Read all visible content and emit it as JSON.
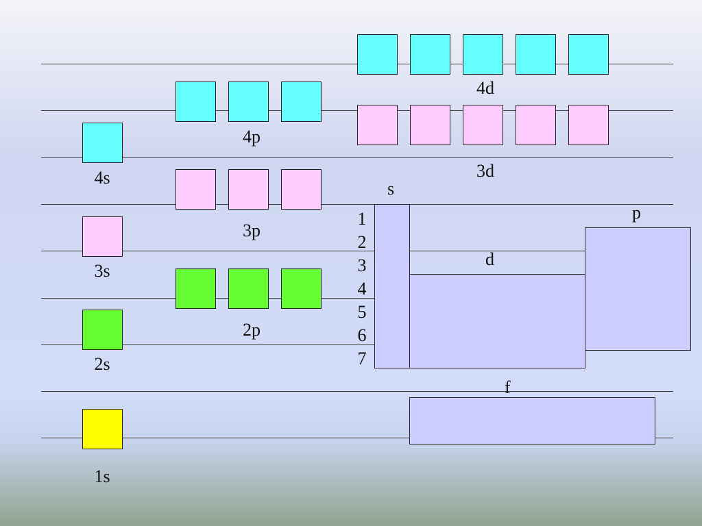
{
  "colors": {
    "n1": "#ffff00",
    "n2": "#66ff33",
    "n3": "#ffccff",
    "n4": "#66ffff",
    "block": "#ccccff",
    "line": "#3b3b3b"
  },
  "energy_diagram": {
    "sublevels": [
      {
        "label": "1s",
        "count": 1,
        "color": "n1"
      },
      {
        "label": "2s",
        "count": 1,
        "color": "n2"
      },
      {
        "label": "2p",
        "count": 3,
        "color": "n2"
      },
      {
        "label": "3s",
        "count": 1,
        "color": "n3"
      },
      {
        "label": "3p",
        "count": 3,
        "color": "n3"
      },
      {
        "label": "4s",
        "count": 1,
        "color": "n4"
      },
      {
        "label": "3d",
        "count": 5,
        "color": "n3"
      },
      {
        "label": "4p",
        "count": 3,
        "color": "n4"
      },
      {
        "label": "4d",
        "count": 5,
        "color": "n4"
      }
    ]
  },
  "periodic_blocks": {
    "periods": [
      "1",
      "2",
      "3",
      "4",
      "5",
      "6",
      "7"
    ],
    "s_label": "s",
    "p_label": "p",
    "d_label": "d",
    "f_label": "f"
  }
}
